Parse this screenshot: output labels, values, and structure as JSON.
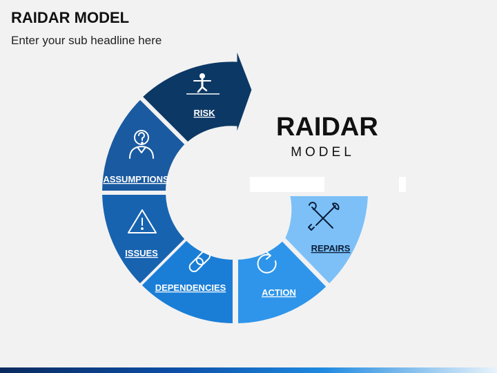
{
  "title": "RAIDAR MODEL",
  "subtitle": "Enter your sub headline here",
  "center": {
    "title": "RAIDAR",
    "subtitle": "MODEL"
  },
  "segments": [
    {
      "label": "ASSUMPTIONS",
      "icon": "person-question-icon",
      "color": "#1a5aa0"
    },
    {
      "label": "ISSUES",
      "icon": "warning-icon",
      "color": "#1763b0"
    },
    {
      "label": "DEPENDENCIES",
      "icon": "chain-link-icon",
      "color": "#1a7ed6"
    },
    {
      "label": "ACTION",
      "icon": "refresh-icon",
      "color": "#2e95ea"
    },
    {
      "label": "REPAIRS",
      "icon": "tools-icon",
      "color": "#7cc0f7"
    }
  ],
  "arrow": {
    "label": "RISK",
    "icon": "tightrope-walker-icon",
    "color": "#0c3865"
  }
}
